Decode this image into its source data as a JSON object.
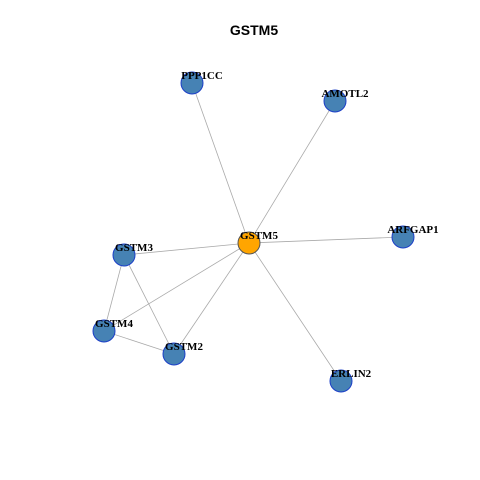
{
  "title": "GSTM5",
  "colors": {
    "hub_fill": "#FFA500",
    "hub_stroke": "#555555",
    "node_fill": "#4682B4",
    "node_stroke": "#1C3FC8",
    "edge": "#AAAAAA"
  },
  "nodes": [
    {
      "id": "GSTM5",
      "label": "GSTM5",
      "hub": true
    },
    {
      "id": "PPP1CC",
      "label": "PPP1CC",
      "hub": false
    },
    {
      "id": "AMOTL2",
      "label": "AMOTL2",
      "hub": false
    },
    {
      "id": "ARFGAP1",
      "label": "ARFGAP1",
      "hub": false
    },
    {
      "id": "GSTM3",
      "label": "GSTM3",
      "hub": false
    },
    {
      "id": "GSTM4",
      "label": "GSTM4",
      "hub": false
    },
    {
      "id": "GSTM2",
      "label": "GSTM2",
      "hub": false
    },
    {
      "id": "ERLIN2",
      "label": "ERLIN2",
      "hub": false
    }
  ],
  "edges": [
    [
      "GSTM5",
      "PPP1CC"
    ],
    [
      "GSTM5",
      "AMOTL2"
    ],
    [
      "GSTM5",
      "ARFGAP1"
    ],
    [
      "GSTM5",
      "GSTM3"
    ],
    [
      "GSTM5",
      "GSTM4"
    ],
    [
      "GSTM5",
      "GSTM2"
    ],
    [
      "GSTM5",
      "ERLIN2"
    ],
    [
      "GSTM3",
      "GSTM4"
    ],
    [
      "GSTM3",
      "GSTM2"
    ],
    [
      "GSTM4",
      "GSTM2"
    ]
  ]
}
